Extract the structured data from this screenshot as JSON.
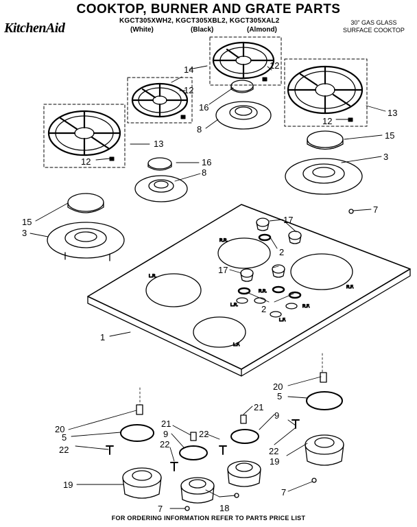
{
  "header": {
    "title": "COOKTOP, BURNER AND GRATE PARTS",
    "brand": "KitchenAid",
    "models": "KGCT305XWH2, KGCT305XBL2, KGCT305XAL2",
    "colors": [
      "(White)",
      "(Black)",
      "(Almond)"
    ],
    "product_line1": "30\" GAS GLASS",
    "product_line2": "SURFACE COOKTOP"
  },
  "footer": "FOR ORDERING INFORMATION REFER TO PARTS PRICE LIST",
  "hole_labels": {
    "lr": "L.R.",
    "lf": "L.F.",
    "rr": "R.R.",
    "rf": "R.F."
  },
  "knob_labels": {
    "lr": "L.R.",
    "rr": "R.R.",
    "lf": "L.F.",
    "rf": "R.F."
  },
  "callouts": {
    "c14": "14",
    "c12a": "12",
    "c12b": "12",
    "c12c": "12",
    "c12d": "12",
    "c16a": "16",
    "c16b": "16",
    "c8a": "8",
    "c8b": "8",
    "c13a": "13",
    "c13b": "13",
    "c15a": "15",
    "c15b": "15",
    "c3a": "3",
    "c3b": "3",
    "c7a": "7",
    "c7b": "7",
    "c7c": "7",
    "c17a": "17",
    "c17b": "17",
    "c2a": "2",
    "c2b": "2",
    "c1": "1",
    "c20a": "20",
    "c20b": "20",
    "c5a": "5",
    "c5b": "5",
    "c21a": "21",
    "c21b": "21",
    "c9a": "9",
    "c9b": "9",
    "c22a": "22",
    "c22b": "22",
    "c22c": "22",
    "c22d": "22",
    "c19a": "19",
    "c19b": "19",
    "c18": "18"
  }
}
